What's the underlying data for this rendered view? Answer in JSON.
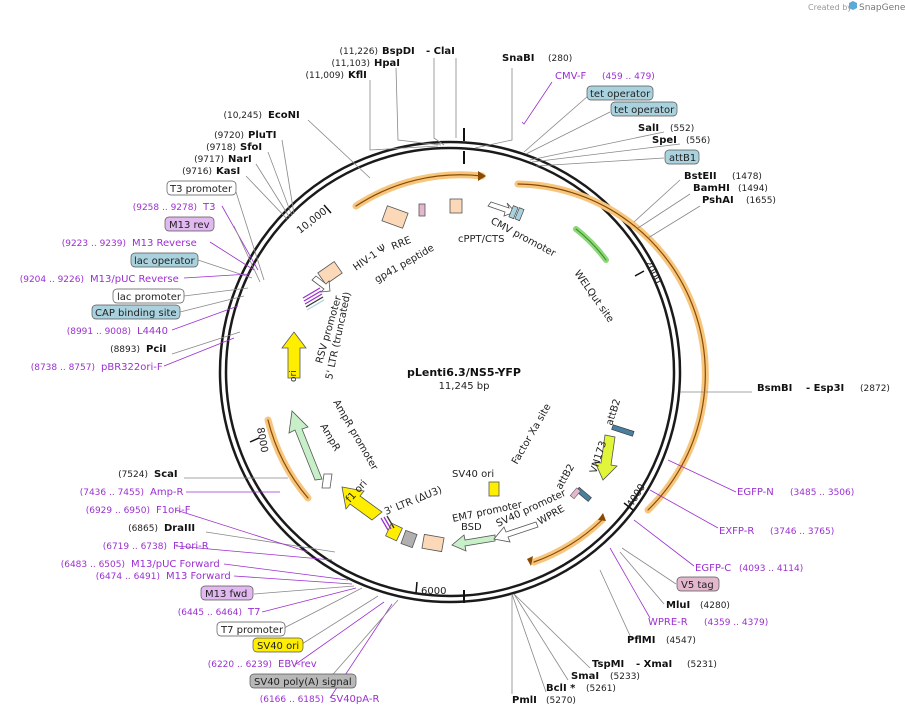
{
  "watermark": {
    "text": "Created by",
    "brand": "SnapGene",
    "icon": "snapgene-logo-icon"
  },
  "plasmid": {
    "name": "pLenti6.3/NS5-YFP",
    "size": "11,245 bp"
  },
  "ticks": [
    "2000",
    "4000",
    "6000",
    "8000",
    "10,000"
  ],
  "sites": [
    {
      "pos": "(11,226)",
      "name": "BspDI",
      "extra": "- ClaI"
    },
    {
      "pos": "(11,103)",
      "name": "HpaI"
    },
    {
      "pos": "(11,009)",
      "name": "KflI"
    },
    {
      "pos": "(10,245)",
      "name": "EcoNI"
    },
    {
      "pos": "(9720)",
      "name": "PluTI"
    },
    {
      "pos": "(9718)",
      "name": "SfoI"
    },
    {
      "pos": "(9717)",
      "name": "NarI"
    },
    {
      "pos": "(9716)",
      "name": "KasI"
    },
    {
      "pos": "(8893)",
      "name": "PciI"
    },
    {
      "pos": "(7524)",
      "name": "ScaI"
    },
    {
      "pos": "(6865)",
      "name": "DraIII"
    },
    {
      "name": "SnaBI",
      "pos": "(280)"
    },
    {
      "name": "SalI",
      "pos": "(552)"
    },
    {
      "name": "SpeI",
      "pos": "(556)"
    },
    {
      "name": "BstEII",
      "pos": "(1478)"
    },
    {
      "name": "BamHI",
      "pos": "(1494)"
    },
    {
      "name": "PshAI",
      "pos": "(1655)"
    },
    {
      "name": "BsmBI",
      "extra": "- Esp3I",
      "pos": "(2872)"
    },
    {
      "name": "MluI",
      "pos": "(4280)"
    },
    {
      "name": "PflMI",
      "pos": "(4547)"
    },
    {
      "name": "TspMI",
      "extra": "- XmaI",
      "pos": "(5231)"
    },
    {
      "name": "SmaI",
      "pos": "(5233)"
    },
    {
      "name": "BclI *",
      "pos": "(5261)"
    },
    {
      "name": "PmlI",
      "pos": "(5270)"
    }
  ],
  "primers": [
    {
      "name": "CMV-F",
      "range": "(459 .. 479)"
    },
    {
      "name": "EGFP-N",
      "range": "(3485 .. 3506)"
    },
    {
      "name": "EXFP-R",
      "range": "(3746 .. 3765)"
    },
    {
      "name": "EGFP-C",
      "range": "(4093 .. 4114)"
    },
    {
      "name": "WPRE-R",
      "range": "(4359 .. 4379)"
    },
    {
      "name": "T3",
      "range": "(9258 .. 9278)"
    },
    {
      "name": "M13 Reverse",
      "range": "(9223 .. 9239)"
    },
    {
      "name": "M13/pUC Reverse",
      "range": "(9204 .. 9226)"
    },
    {
      "name": "L4440",
      "range": "(8991 .. 9008)"
    },
    {
      "name": "pBR322ori-F",
      "range": "(8738 .. 8757)"
    },
    {
      "name": "Amp-R",
      "range": "(7436 .. 7455)"
    },
    {
      "name": "F1ori-F",
      "range": "(6929 .. 6950)"
    },
    {
      "name": "F1ori-R",
      "range": "(6719 .. 6738)"
    },
    {
      "name": "M13/pUC Forward",
      "range": "(6483 .. 6505)"
    },
    {
      "name": "M13 Forward",
      "range": "(6474 .. 6491)"
    },
    {
      "name": "T7",
      "range": "(6445 .. 6464)"
    },
    {
      "name": "EBV-rev",
      "range": "(6220 .. 6239)"
    },
    {
      "name": "SV40pA-R",
      "range": "(6166 .. 6185)"
    }
  ],
  "boxed": {
    "tet_operator_1": "tet operator",
    "tet_operator_2": "tet operator",
    "attB1": "attB1",
    "v5_tag": "V5 tag",
    "t3_promoter": "T3 promoter",
    "m13_rev": "M13 rev",
    "lac_operator": "lac operator",
    "lac_promoter": "lac promoter",
    "cap_binding_site": "CAP binding site",
    "m13_fwd": "M13 fwd",
    "t7_promoter": "T7 promoter",
    "sv40_ori": "SV40 ori",
    "sv40_polya": "SV40 poly(A) signal"
  },
  "features": {
    "cmv_promoter": "CMV promoter",
    "cppt_cts": "cPPT/CTS",
    "rre": "RRE",
    "hiv1_psi": "HIV-1 Ψ",
    "gp41_peptide": "gp41 peptide",
    "welqut_site": "WELQut site",
    "attB2_a": "attB2",
    "vn173": "VN173",
    "factor_xa_site": "Factor Xa site",
    "attB2_b": "attB2",
    "sv40_ori_inner": "SV40 ori",
    "em7_promoter": "EM7 promoter",
    "sv40_promoter": "SV40 promoter",
    "wpre": "WPRE",
    "bsd": "BSD",
    "ltr3": "3' LTR (ΔU3)",
    "f1_ori": "f1 ori",
    "ampr_promoter": "AmpR promoter",
    "ampr": "AmpR",
    "ori": "ori",
    "rsv_promoter": "RSV promoter",
    "ltr5": "5' LTR (truncated)"
  },
  "colors": {
    "backbone": "#1a1a1a",
    "orange_arc": "#f6c57e",
    "primer": "#9b30d0",
    "yellow": "#ffee00",
    "light_green": "#c8f0c8",
    "blue_box": "#a9d2de",
    "pink_box": "#e3b8cf"
  }
}
